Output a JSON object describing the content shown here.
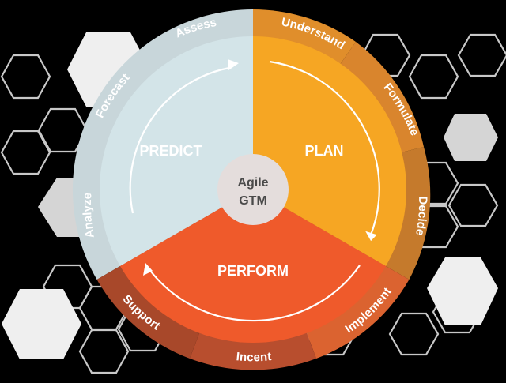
{
  "diagram": {
    "center": {
      "line1": "Agile",
      "line2": "GTM"
    },
    "phases": [
      {
        "name": "PREDICT",
        "color": "#D3E4E8",
        "ring_color": "#C8D6DA",
        "steps": [
          "Analyze",
          "Forecast",
          "Assess"
        ]
      },
      {
        "name": "PLAN",
        "color": "#F6A623",
        "ring_color": "#E08E2B",
        "steps": [
          "Understand",
          "Formulate",
          "Decide"
        ]
      },
      {
        "name": "PERFORM",
        "color": "#EF5A2B",
        "ring_color": "#C0502D",
        "steps": [
          "Implement",
          "Incent",
          "Support"
        ]
      }
    ],
    "colors": {
      "background": "#000000",
      "hex_fill_light": "#EFEFEF",
      "hex_fill_mid": "#D5D5D5",
      "hex_stroke": "#C8C8C8",
      "center_circle": "#E4DDDC",
      "center_text": "#4A4A4A",
      "label_text": "#FFFFFF"
    }
  }
}
